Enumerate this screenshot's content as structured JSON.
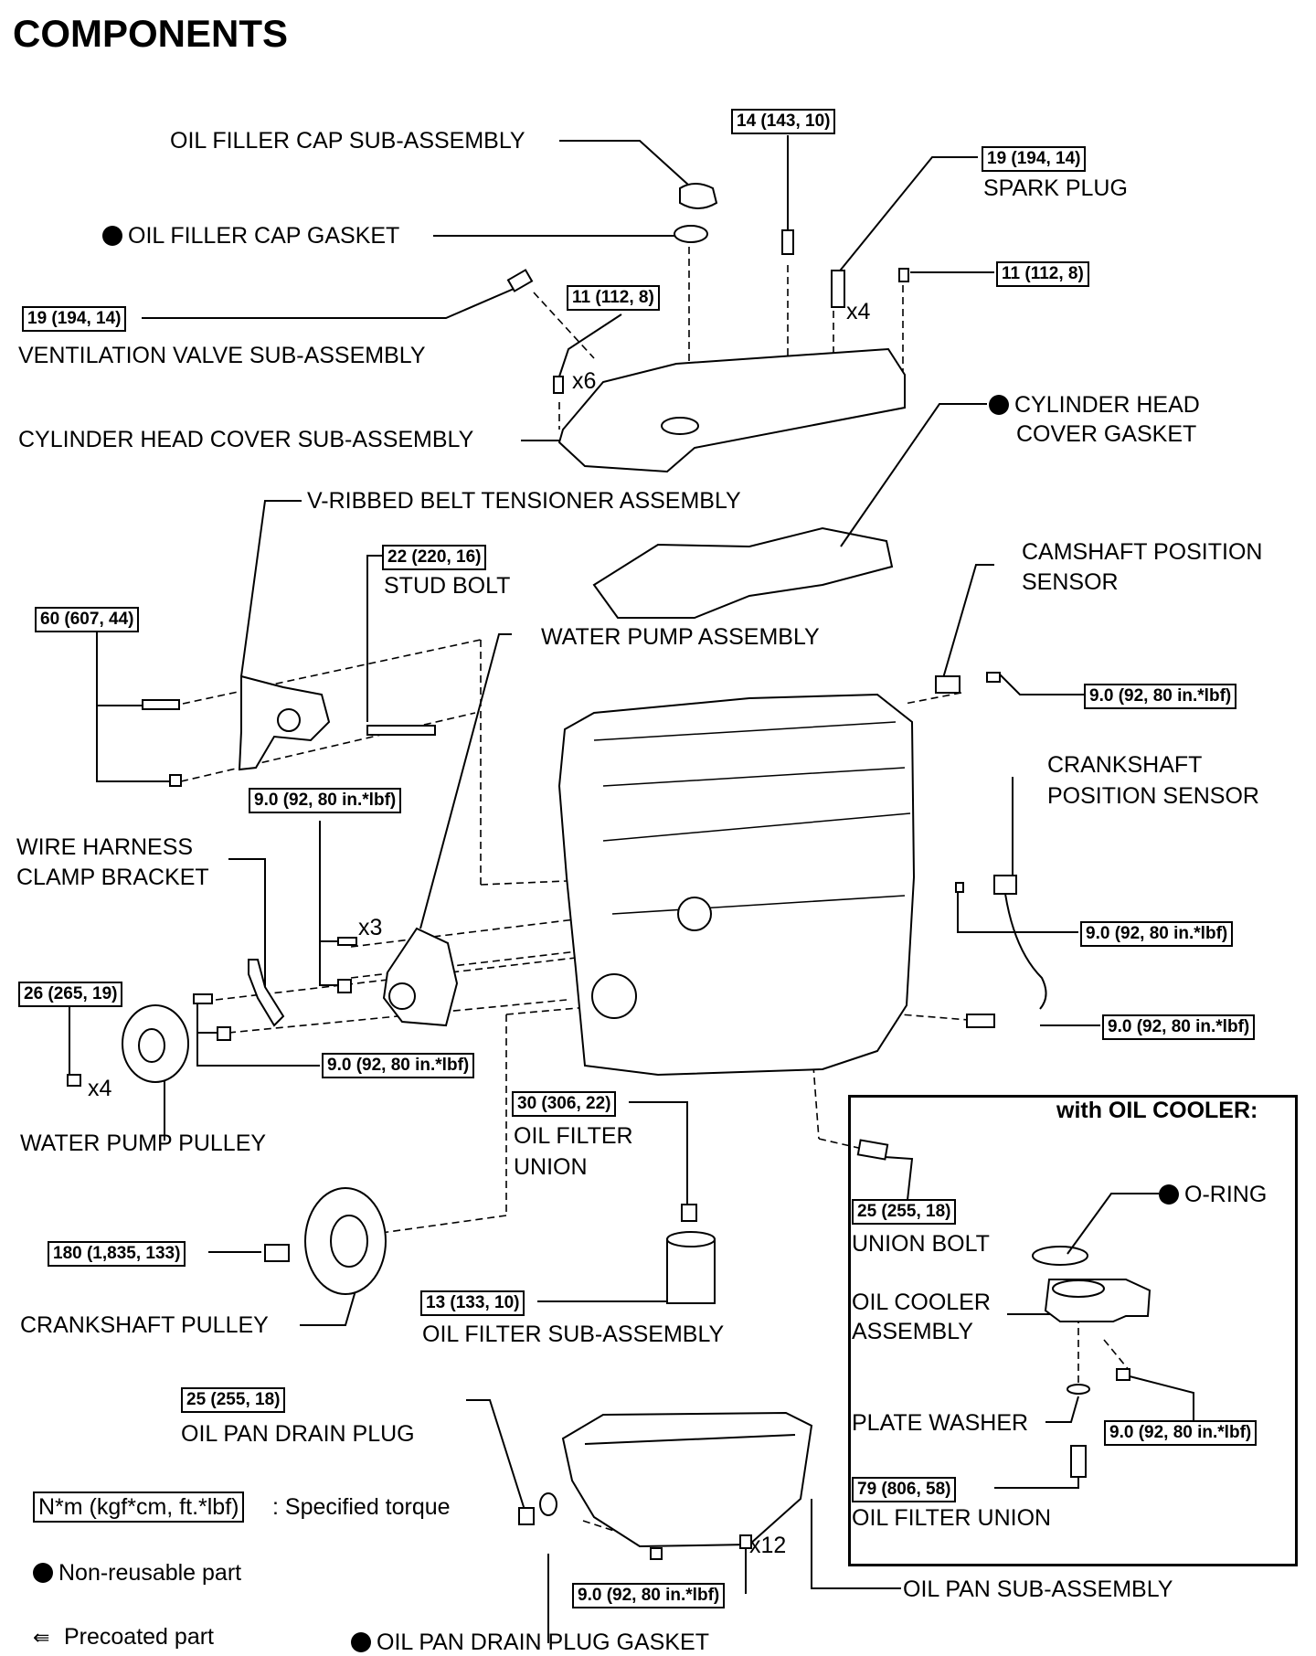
{
  "title": "COMPONENTS",
  "labels": {
    "oil_filler_cap": "OIL FILLER CAP SUB-ASSEMBLY",
    "oil_filler_cap_gasket": "OIL FILLER CAP GASKET",
    "spark_plug": "SPARK PLUG",
    "ventilation_valve": "VENTILATION VALVE SUB-ASSEMBLY",
    "cyl_head_cover": "CYLINDER HEAD COVER SUB-ASSEMBLY",
    "cyl_head_cover_gasket_1": "CYLINDER HEAD",
    "cyl_head_cover_gasket_2": "COVER GASKET",
    "vribbed_tensioner": "V-RIBBED BELT TENSIONER ASSEMBLY",
    "stud_bolt": "STUD BOLT",
    "camshaft_sensor_1": "CAMSHAFT POSITION",
    "camshaft_sensor_2": "SENSOR",
    "water_pump_assembly": "WATER PUMP ASSEMBLY",
    "crankshaft_sensor_1": "CRANKSHAFT",
    "crankshaft_sensor_2": "POSITION SENSOR",
    "wire_harness_1": "WIRE HARNESS",
    "wire_harness_2": "CLAMP BRACKET",
    "water_pump_pulley": "WATER PUMP PULLEY",
    "oil_filter_union_1": "OIL FILTER",
    "oil_filter_union_2": "UNION",
    "crankshaft_pulley": "CRANKSHAFT PULLEY",
    "oil_filter_sub": "OIL FILTER SUB-ASSEMBLY",
    "oil_pan_drain_plug": "OIL PAN DRAIN PLUG",
    "oil_pan_sub": "OIL PAN SUB-ASSEMBLY",
    "oil_pan_drain_gasket": "OIL PAN DRAIN PLUG GASKET",
    "with_oil_cooler": "with OIL COOLER:",
    "o_ring": "O-RING",
    "union_bolt": "UNION BOLT",
    "oil_cooler_assembly_1": "OIL COOLER",
    "oil_cooler_assembly_2": "ASSEMBLY",
    "plate_washer": "PLATE WASHER",
    "oil_filter_union_cooler": "OIL FILTER UNION"
  },
  "torques": {
    "t_14": "14 (143, 10)",
    "t_19_spark": "19 (194, 14)",
    "t_19_vent": "19 (194, 14)",
    "t_11_left": "11 (112, 8)",
    "t_11_right": "11 (112, 8)",
    "t_22": "22 (220, 16)",
    "t_60": "60 (607, 44)",
    "t_9_cam": "9.0 (92, 80 in.*lbf)",
    "t_9_pump": "9.0 (92, 80 in.*lbf)",
    "t_9_crank_sensor": "9.0 (92, 80 in.*lbf)",
    "t_26": "26 (265, 19)",
    "t_9_sensor_lower": "9.0 (92, 80 in.*lbf)",
    "t_9_bracket": "9.0 (92, 80 in.*lbf)",
    "t_30": "30 (306, 22)",
    "t_25_union": "25 (255, 18)",
    "t_180": "180 (1,835, 133)",
    "t_13": "13 (133, 10)",
    "t_25_drain": "25 (255, 18)",
    "t_9_cooler": "9.0 (92, 80 in.*lbf)",
    "t_79": "79 (806, 58)",
    "t_9_pan": "9.0 (92, 80 in.*lbf)"
  },
  "quantities": {
    "x4_spark": "x4",
    "x6_cover": "x6",
    "x3_pump": "x3",
    "x4_pulley": "x4",
    "x12_pan": "x12"
  },
  "legend": {
    "torque_box": "N*m (kgf*cm, ft.*lbf)",
    "torque_text": ": Specified torque",
    "nonreusable": "Non-reusable part",
    "precoated": "Precoated part"
  }
}
